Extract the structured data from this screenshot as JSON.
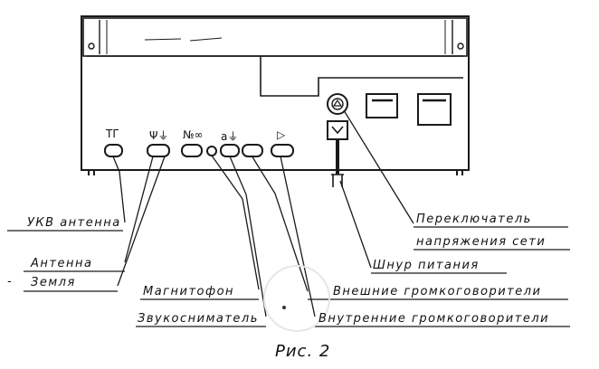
{
  "figure": {
    "caption": "Рис. 2"
  },
  "panel": {
    "symbols": {
      "ukv": "ТГ",
      "antenna_ground": "Ψ⏚",
      "magnetophone": "№∞",
      "pickup_ground": "a⏚",
      "speaker": "▷"
    }
  },
  "labels": {
    "ukv_antenna": "УКВ антенна",
    "antenna": "Антенна",
    "ground": "Земля",
    "tape_recorder": "Магнитофон",
    "pickup": "Звукосниматель",
    "external_speakers": "Внешние громкоговорители",
    "internal_speakers": "Внутренние громкоговорители",
    "voltage_switch_line1": "Переключатель",
    "voltage_switch_line2": "напряжения сети",
    "power_cord": "Шнур питания",
    "dash": "-"
  }
}
